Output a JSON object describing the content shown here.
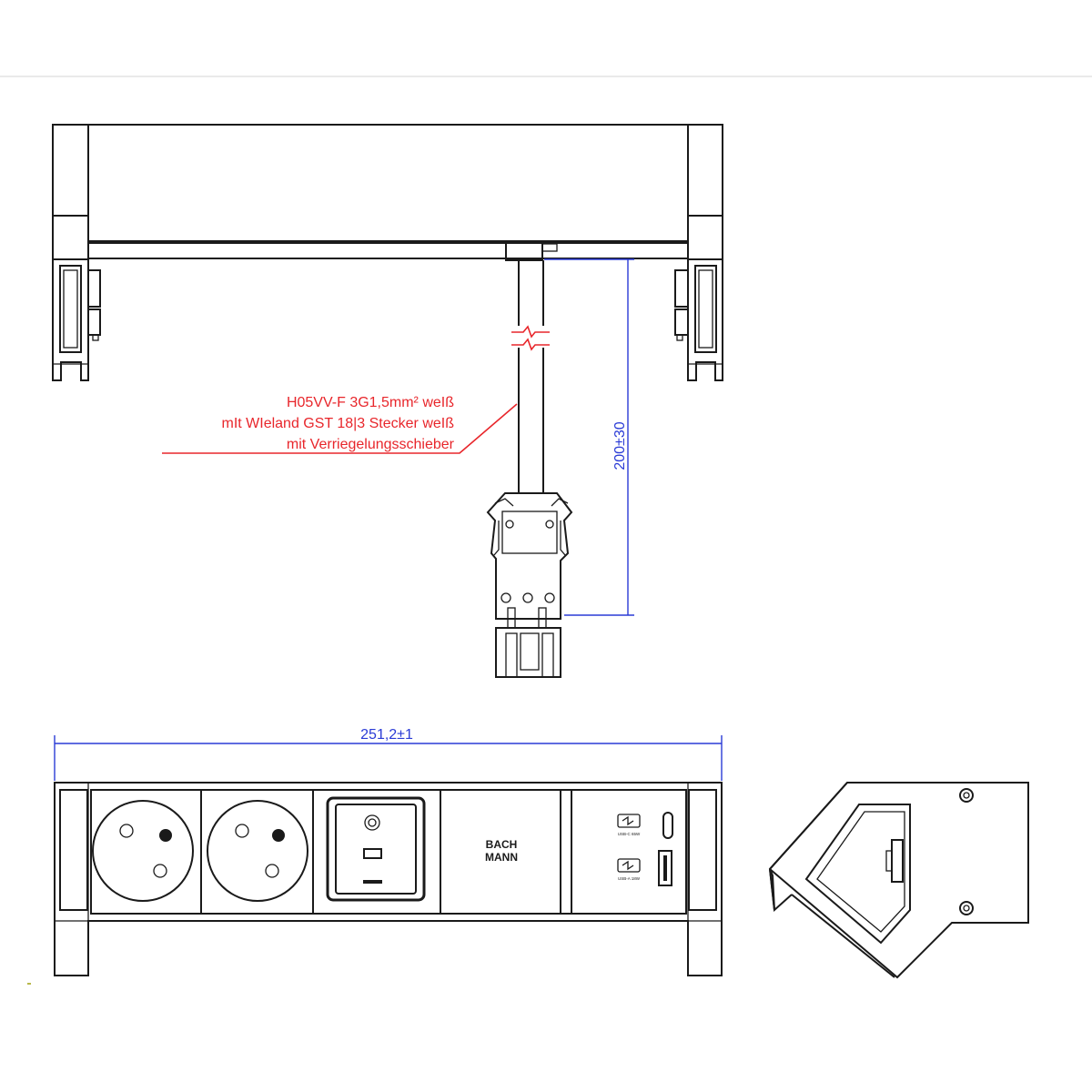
{
  "colors": {
    "ink": "#1a1a1a",
    "annotation": "#e8262b",
    "dimension": "#2a3bd6",
    "background": "#ffffff"
  },
  "annotation": {
    "cable_line1": "H05VV-F 3G1,5mm² weIß",
    "cable_line2": "mIt WIeland GST 18|3 Stecker weIß",
    "cable_line3": "mit Verriegelungsschieber"
  },
  "dimensions": {
    "cable_length": "200±30",
    "unit_width": "251,2±1"
  },
  "front_view": {
    "brand_line1": "BACH",
    "brand_line2": "MANN",
    "usb_c_label": "USB-C 65W",
    "usb_a_label": "USB-A 18W"
  },
  "icons": [
    "french-socket-icon",
    "french-socket-icon",
    "switch-icon",
    "usb-c-port-icon",
    "usb-a-port-icon",
    "wieland-connector-icon"
  ]
}
